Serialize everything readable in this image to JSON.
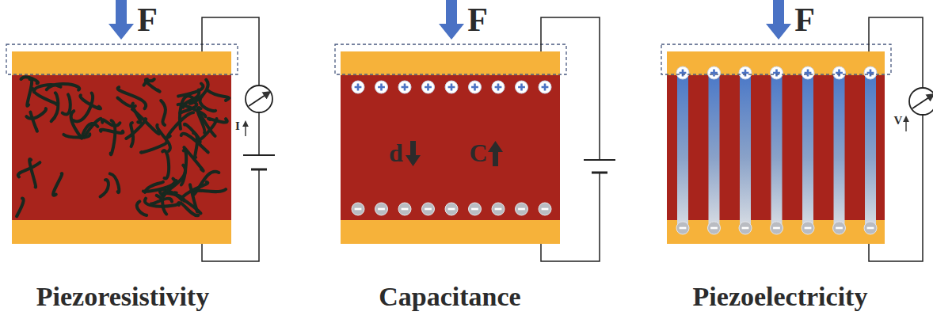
{
  "diagram": {
    "labels": [
      "F",
      "I",
      "Piezoresistivity",
      "F",
      "d",
      "C",
      "Capacitance",
      "F",
      "V",
      "Piezoelectricity"
    ]
  }
}
